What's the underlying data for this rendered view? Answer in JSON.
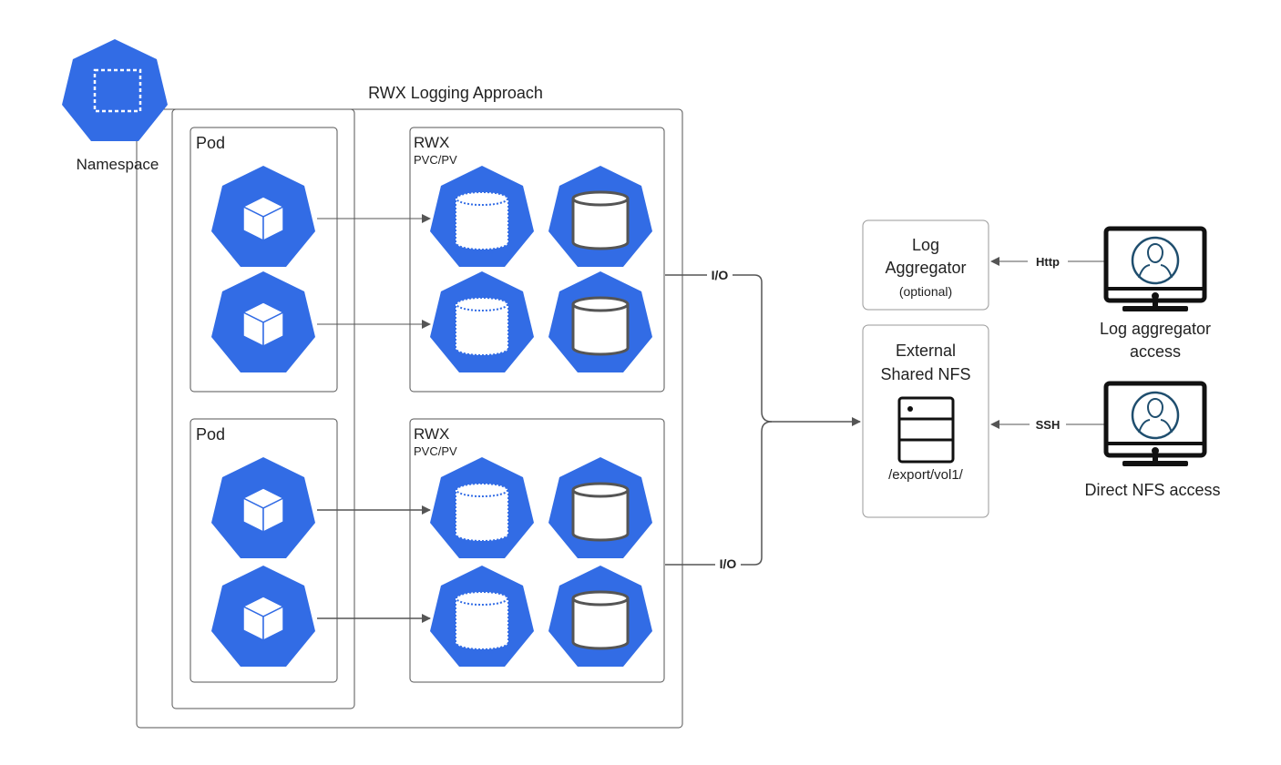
{
  "title": "RWX Logging Approach",
  "namespace": {
    "label": "Namespace"
  },
  "pods": [
    {
      "label": "Pod"
    },
    {
      "label": "Pod"
    }
  ],
  "rwx_groups": [
    {
      "title": "RWX",
      "subtitle": "PVC/PV"
    },
    {
      "title": "RWX",
      "subtitle": "PVC/PV"
    }
  ],
  "io_labels": [
    "I/O",
    "I/O"
  ],
  "log_aggregator": {
    "line1": "Log",
    "line2": "Aggregator",
    "note": "(optional)"
  },
  "nfs": {
    "line1": "External",
    "line2": "Shared NFS",
    "path": "/export/vol1/"
  },
  "connections": {
    "http": "Http",
    "ssh": "SSH"
  },
  "clients": [
    {
      "line1": "Log aggregator",
      "line2": "access"
    },
    {
      "line1": "Direct NFS access",
      "line2": ""
    }
  ],
  "colors": {
    "k8s_blue": "#326ce5",
    "box_border": "#555555",
    "arrow": "#555555",
    "monitor": "#111111",
    "user_icon": "#1f4e6e"
  },
  "icons": {
    "namespace": "k8s-namespace-icon",
    "pod": "k8s-pod-cube-icon",
    "pvc": "k8s-pvc-dotted-cylinder-icon",
    "pv": "k8s-pv-cylinder-icon",
    "server": "server-icon",
    "client": "monitor-user-icon"
  }
}
